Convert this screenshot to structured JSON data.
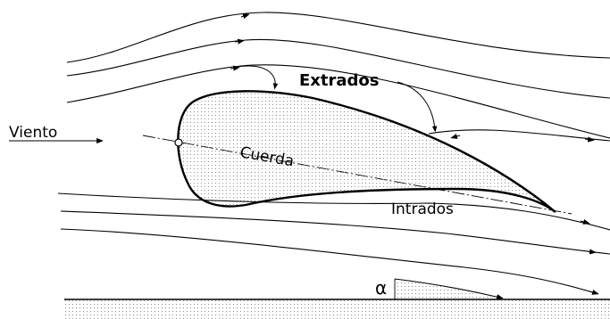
{
  "labels": {
    "wind": "Viento",
    "chord": "Cuerda",
    "upper_surface": "Extrados",
    "lower_surface": "Intrados",
    "angle": "α"
  },
  "colors": {
    "line": "#000000",
    "background": "#ffffff",
    "stipple": "#8a8a8a"
  }
}
